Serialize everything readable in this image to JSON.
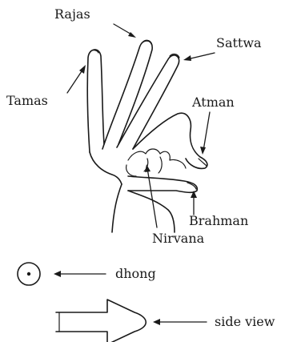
{
  "labels": {
    "rajas": "Rajas",
    "sattwa": "Sattwa",
    "tamas": "Tamas",
    "atman": "Atman",
    "brahman": "Brahman",
    "nirvana": "Nirvana",
    "dhong": "dhong",
    "side_view": "side view"
  }
}
